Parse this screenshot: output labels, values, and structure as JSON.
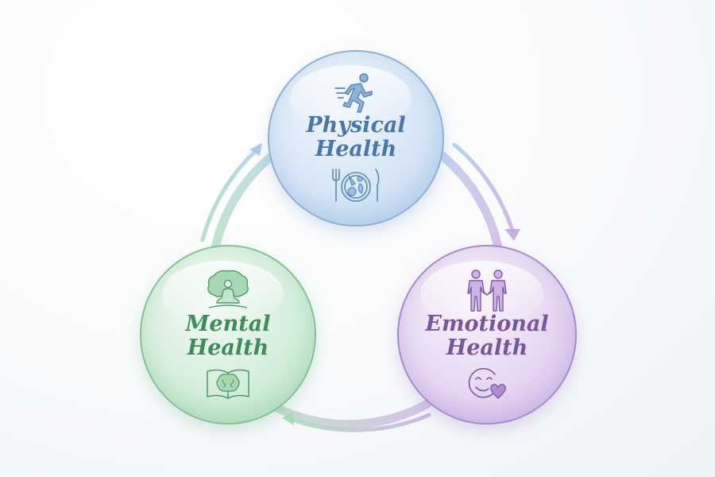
{
  "diagram": {
    "type": "cycle",
    "nodes": [
      {
        "id": "physical",
        "label_line1": "Physical",
        "label_line2": "Health",
        "color": "#4a76a8",
        "fill": "#d6e6f6",
        "top_icon": "running-person-icon",
        "bottom_icon": "plate-fork-knife-icon"
      },
      {
        "id": "emotional",
        "label_line1": "Emotional",
        "label_line2": "Health",
        "color": "#7a559e",
        "fill": "#e6d7f2",
        "top_icon": "two-people-holding-hands-icon",
        "bottom_icon": "smiley-heart-icon"
      },
      {
        "id": "mental",
        "label_line1": "Mental",
        "label_line2": "Health",
        "color": "#3f8c5a",
        "fill": "#d5eedb",
        "top_icon": "meditating-person-tree-icon",
        "bottom_icon": "book-brain-icon"
      }
    ],
    "edges": [
      {
        "from": "physical",
        "to": "emotional",
        "direction": "clockwise"
      },
      {
        "from": "emotional",
        "to": "mental",
        "direction": "clockwise"
      },
      {
        "from": "mental",
        "to": "physical",
        "direction": "clockwise"
      }
    ]
  }
}
